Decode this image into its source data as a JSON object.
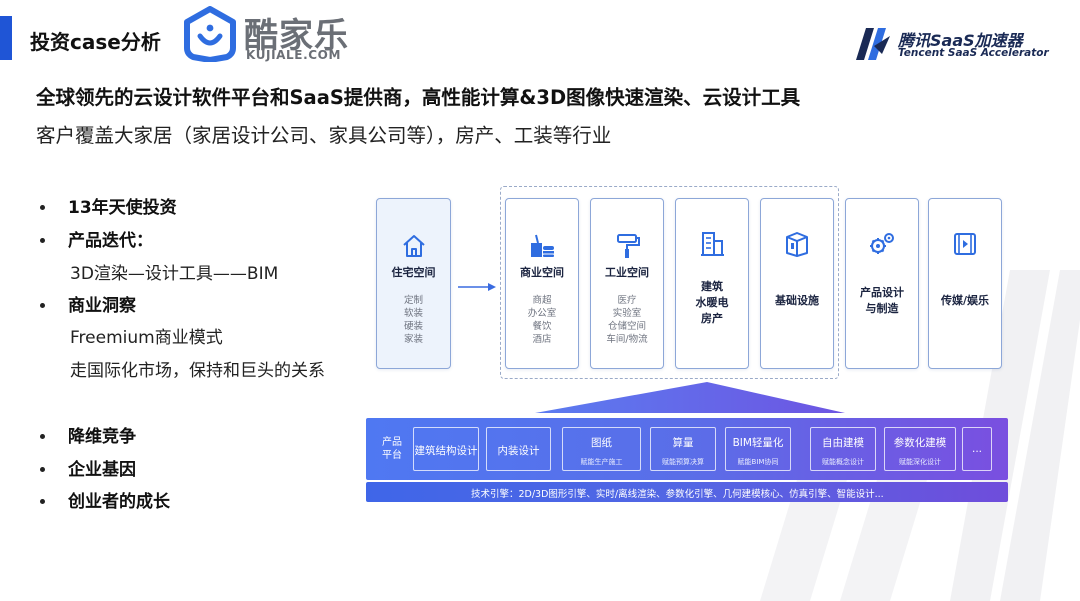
{
  "header": {
    "title": "投资case分析",
    "kujiale_cn": "酷家乐",
    "kujiale_en": "KUJIALE.COM",
    "tencent_cn": "腾讯SaaS加速器",
    "tencent_en": "Tencent SaaS Accelerator",
    "accent_color": "#1f55d6"
  },
  "headline": "全球领先的云设计软件平台和SaaS提供商，高性能计算&3D图像快速渲染、云设计工具",
  "subline": "客户覆盖大家居（家居设计公司、家具公司等），房产、工装等行业",
  "bullets": {
    "investment": "13年天使投资",
    "iteration": "产品迭代：",
    "iteration_detail": "3D渲染—设计工具——BIM",
    "insight": "商业洞察",
    "insight_1": "Freemium商业模式",
    "insight_2": "走国际化市场，保持和巨头的关系",
    "competition": "降维竞争",
    "genes": "企业基因",
    "growth": "创业者的成长"
  },
  "diagram": {
    "home": {
      "title": "住宅空间",
      "items": [
        "定制",
        "软装",
        "硬装",
        "家装"
      ],
      "icon": "house-icon"
    },
    "commercial": {
      "title": "商业空间",
      "items": [
        "商超",
        "办公室",
        "餐饮",
        "酒店"
      ],
      "icon": "cup-food-icon"
    },
    "industrial": {
      "title": "工业空间",
      "items": [
        "医疗",
        "实验室",
        "仓储空间",
        "车间/物流"
      ],
      "icon": "paint-roller-icon"
    },
    "architecture": {
      "line1": "建筑",
      "line2": "水暖电",
      "line3": "房产",
      "icon": "building-icon"
    },
    "infrastructure": {
      "title": "基础设施",
      "icon": "box-icon"
    },
    "product_design": {
      "line1": "产品设计",
      "line2": "与制造",
      "icon": "gears-icon"
    },
    "media": {
      "title": "传媒/娱乐",
      "icon": "film-icon"
    },
    "platform": {
      "label_line1": "产品",
      "label_line2": "平台",
      "boxes": [
        {
          "main": "建筑结构设计",
          "sub": ""
        },
        {
          "main": "内装设计",
          "sub": ""
        },
        {
          "main": "图纸",
          "sub": "赋能生产施工"
        },
        {
          "main": "算量",
          "sub": "赋能预算决算"
        },
        {
          "main": "BIM轻量化",
          "sub": "赋能BIM协同"
        },
        {
          "main": "自由建模",
          "sub": "赋能概念设计"
        },
        {
          "main": "参数化建模",
          "sub": "赋能深化设计"
        },
        {
          "main": "...",
          "sub": ""
        }
      ]
    },
    "engine": "技术引擎：2D/3D图形引擎、实时/离线渲染、参数化引擎、几何建模核心、仿真引擎、智能设计..."
  }
}
